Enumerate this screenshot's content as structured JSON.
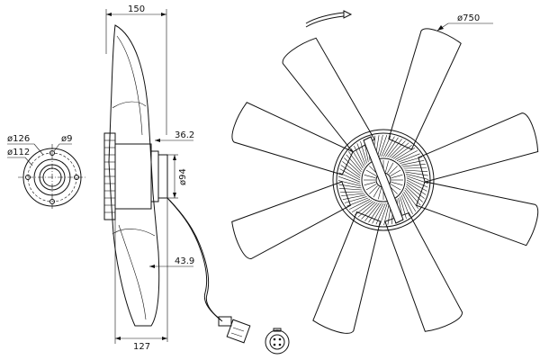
{
  "diagram": {
    "dimensions": {
      "total_depth": "150",
      "hub_depth": "127",
      "flange_offset": "36.2",
      "blade_offset": "43.9",
      "shaft_diameter": "ø94",
      "fan_diameter": "ø750",
      "flange_outer_diameter": "ø126",
      "bolt_circle_diameter": "ø112",
      "bolt_hole_diameter": "ø9"
    },
    "colors": {
      "line": "#111111",
      "background": "#ffffff"
    }
  }
}
